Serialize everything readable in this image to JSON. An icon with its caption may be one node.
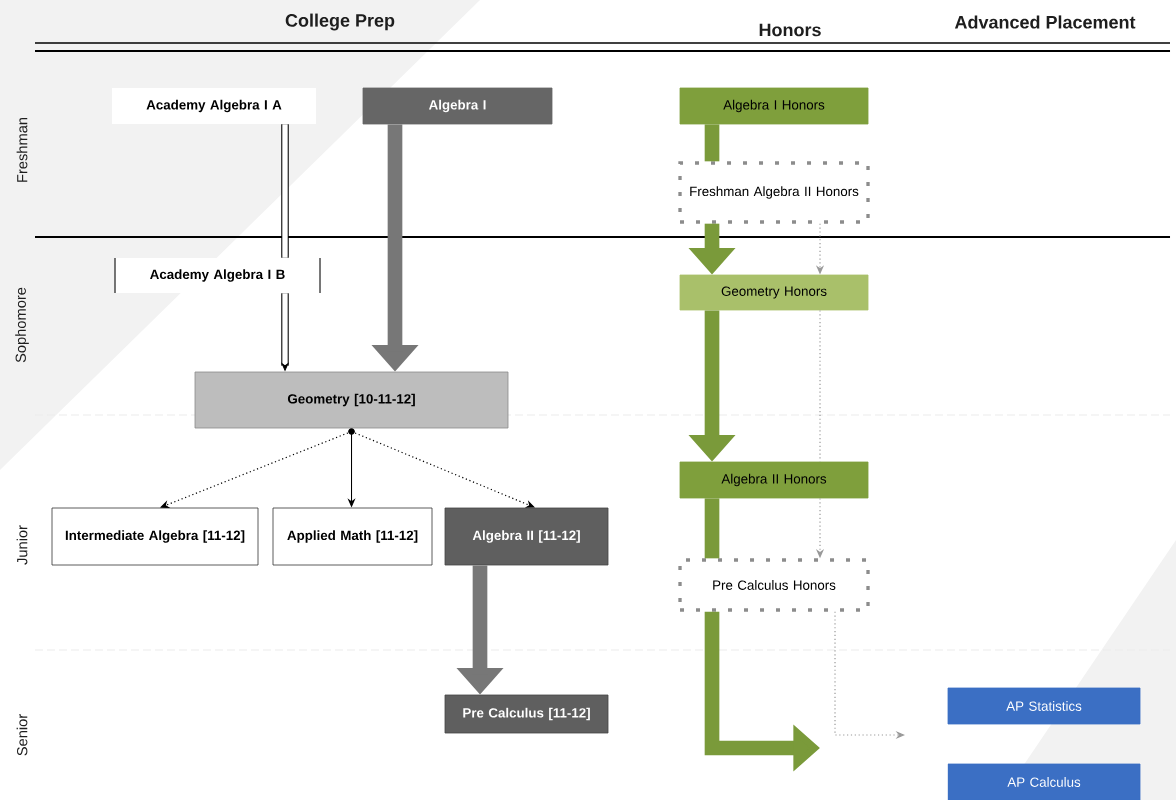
{
  "diagram": {
    "nodes": [
      {
        "text": [
          "Academy Algebra I A"
        ]
      },
      {
        "text": [
          "Algebra I"
        ]
      },
      {
        "text": [
          "Academy Algebra I B"
        ]
      },
      {
        "text": [
          "Geometry [10-11-12]"
        ]
      },
      {
        "text": [
          "Intermediate Algebra [11-12]"
        ]
      },
      {
        "text": [
          "Applied Math [11-12]"
        ]
      },
      {
        "text": [
          "Algebra II [11-12]"
        ]
      },
      {
        "text": [
          "Pre Calculus [11-12]"
        ]
      },
      {
        "text": [
          "Algebra I Honors"
        ]
      },
      {
        "text": [
          "Freshman Algebra II Honors"
        ]
      },
      {
        "text": [
          "Geometry Honors"
        ]
      },
      {
        "text": [
          "Algebra II Honors"
        ]
      },
      {
        "text": [
          "Pre Calculus Honors"
        ]
      },
      {
        "text": [
          "AP Statistics"
        ]
      },
      {
        "text": [
          "AP Calculus"
        ]
      },
      {
        "text": [],
        "shape": "circle"
      }
    ],
    "edges": [
      {
        "from": 0,
        "to": 2,
        "arrow": "none"
      },
      {
        "from": 2,
        "to": 3,
        "arrow": "to"
      },
      {
        "from": 1,
        "to": 3,
        "arrow": "to",
        "style": "thick",
        "color": "#777777"
      },
      {
        "from": 15,
        "to": 4,
        "arrow": "to",
        "style": "dashed"
      },
      {
        "from": 15,
        "to": 5,
        "arrow": "to"
      },
      {
        "from": 15,
        "to": 6,
        "arrow": "to",
        "style": "dashed"
      },
      {
        "from": 6,
        "to": 7,
        "arrow": "to",
        "style": "thick",
        "color": "#777777"
      },
      {
        "from": 8,
        "to": 9,
        "arrow": "none",
        "style": "thick",
        "color": "#7a9a3a"
      },
      {
        "from": 9,
        "to": 10,
        "arrow": "to",
        "style": "thick",
        "color": "#7a9a3a"
      },
      {
        "from": 9,
        "to": 10,
        "arrow": "to",
        "style": "dashed",
        "color": "#999999"
      },
      {
        "from": 10,
        "to": 11,
        "arrow": "to",
        "style": "thick",
        "color": "#7a9a3a"
      },
      {
        "from": 10,
        "to": 11,
        "arrow": "none",
        "style": "dashed",
        "color": "#999999"
      },
      {
        "from": 11,
        "to": 12,
        "arrow": "none",
        "style": "thick",
        "color": "#7a9a3a"
      },
      {
        "from": 11,
        "to": 12,
        "arrow": "to",
        "style": "dashed",
        "color": "#999999"
      },
      {
        "from": 12,
        "to": null,
        "arrow": "to",
        "style": "thick",
        "color": "#7a9a3a"
      },
      {
        "from": 12,
        "to": null,
        "arrow": "to",
        "style": "dashed",
        "color": "#999999"
      }
    ],
    "labels": [
      "College Prep",
      "Honors",
      "Advanced Placement",
      "Freshman",
      "Sophomore",
      "Junior",
      "Senior"
    ]
  }
}
